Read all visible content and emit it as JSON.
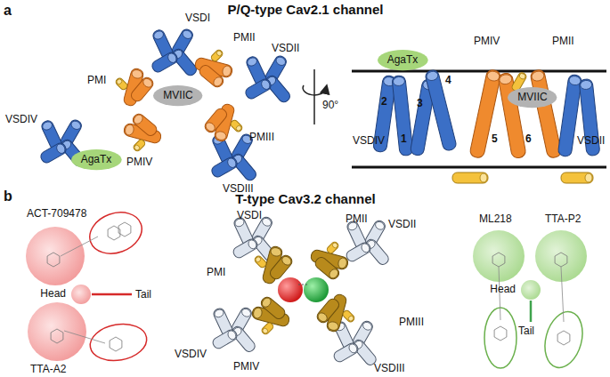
{
  "diagram": {
    "nodes": [
      {
        "text": [
          "AgaTx"
        ]
      },
      {
        "text": [
          "MVIIC"
        ]
      },
      {
        "text": [
          "AgaTx"
        ]
      },
      {
        "text": [
          "MVIIC"
        ]
      },
      {
        "text": [
          "Head"
        ]
      },
      {
        "text": [
          "Head"
        ]
      }
    ],
    "labels": [
      "a",
      "P/Q-type Cav2.1 channel",
      "VSDI",
      "VSDII",
      "PMII",
      "PMI",
      "VSDIV",
      "PMIV",
      "PMIII",
      "VSDIII",
      "90°",
      "VSDIV",
      "PMIV",
      "PMII",
      "VSDII",
      "1",
      "2",
      "3",
      "4",
      "5",
      "6",
      "b",
      "T-type Cav3.2 channel",
      "ACT-709478",
      "Tail",
      "TTA-A2",
      "VSDI",
      "PMII",
      "VSDII",
      "PMI",
      "PMIII",
      "VSDIV",
      "PMIV",
      "VSDIII",
      "ML218",
      "TTA-P2",
      "Tail"
    ]
  }
}
